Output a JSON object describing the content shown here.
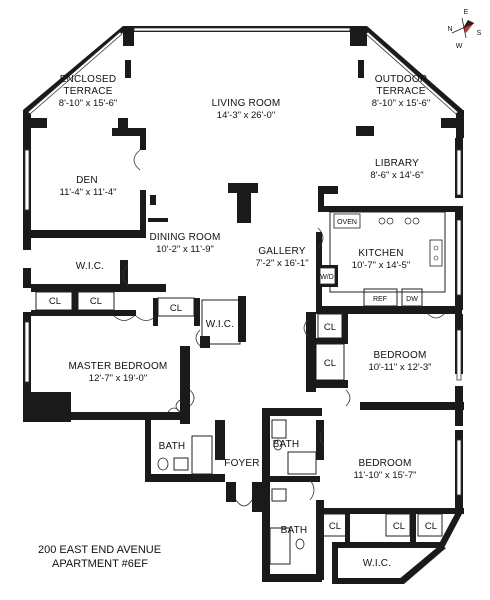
{
  "compass": {
    "n": "N",
    "e": "E",
    "s": "S",
    "w": "W"
  },
  "rooms": {
    "enclosed_terrace": {
      "name1": "ENCLOSED",
      "name2": "TERRACE",
      "dim": "8'-10\" x 15'-6\""
    },
    "living_room": {
      "name": "LIVING ROOM",
      "dim": "14'-3\" x 26'-0\""
    },
    "outdoor_terrace": {
      "name1": "OUTDOOR",
      "name2": "TERRACE",
      "dim": "8'-10\" x 15'-6\""
    },
    "den": {
      "name": "DEN",
      "dim": "11'-4\" x 11'-4\""
    },
    "library": {
      "name": "LIBRARY",
      "dim": "8'-6\" x 14'-6\""
    },
    "dining_room": {
      "name": "DINING ROOM",
      "dim": "10'-2\" x 11'-9\""
    },
    "gallery": {
      "name": "GALLERY",
      "dim": "7'-2\" x 16'-1\""
    },
    "kitchen": {
      "name": "KITCHEN",
      "dim": "10'-7\" x 14'-5\""
    },
    "wic_top": {
      "name": "W.I.C."
    },
    "wic_mid": {
      "name": "W.I.C."
    },
    "wic_bottom": {
      "name": "W.I.C."
    },
    "master_bedroom": {
      "name": "MASTER BEDROOM",
      "dim": "12'-7\" x 19'-0\""
    },
    "bedroom_1": {
      "name": "BEDROOM",
      "dim": "10'-11\" x 12'-3\""
    },
    "bedroom_2": {
      "name": "BEDROOM",
      "dim": "11'-10\" x 15'-7\""
    },
    "bath_left": {
      "name": "BATH"
    },
    "bath_mid": {
      "name": "BATH"
    },
    "bath_bottom": {
      "name": "BATH"
    },
    "foyer": {
      "name": "FOYER"
    }
  },
  "closets": {
    "cl_a": "CL",
    "cl_b": "CL",
    "cl_c": "CL",
    "cl_d": "CL",
    "cl_e": "CL",
    "cl_f": "CL",
    "cl_g": "CL",
    "cl_h": "CL"
  },
  "appliances": {
    "oven": "OVEN",
    "wd": "W/D",
    "ref": "REF",
    "dw": "DW"
  },
  "address": {
    "line1": "200 EAST END AVENUE",
    "line2": "APARTMENT #6EF"
  }
}
